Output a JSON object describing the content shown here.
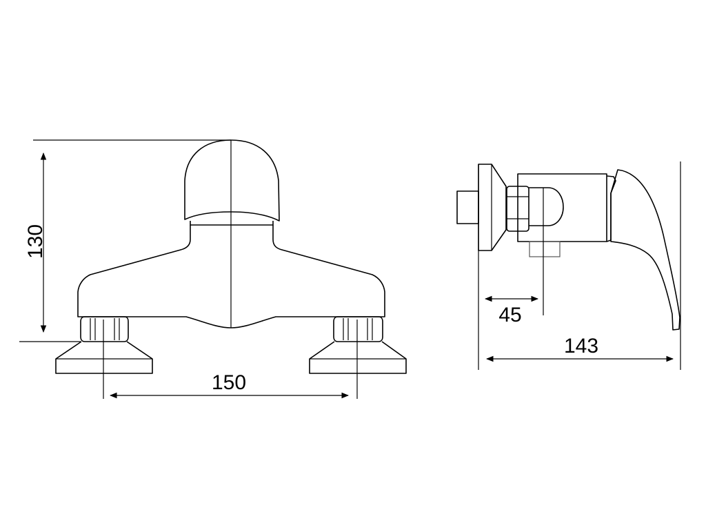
{
  "drawing": {
    "front_view": {
      "height_dimension": "130",
      "width_dimension": "150"
    },
    "side_view": {
      "axis_depth_dimension": "45",
      "total_depth_dimension": "143"
    },
    "line_color": "#000000",
    "background_color": "#ffffff"
  }
}
